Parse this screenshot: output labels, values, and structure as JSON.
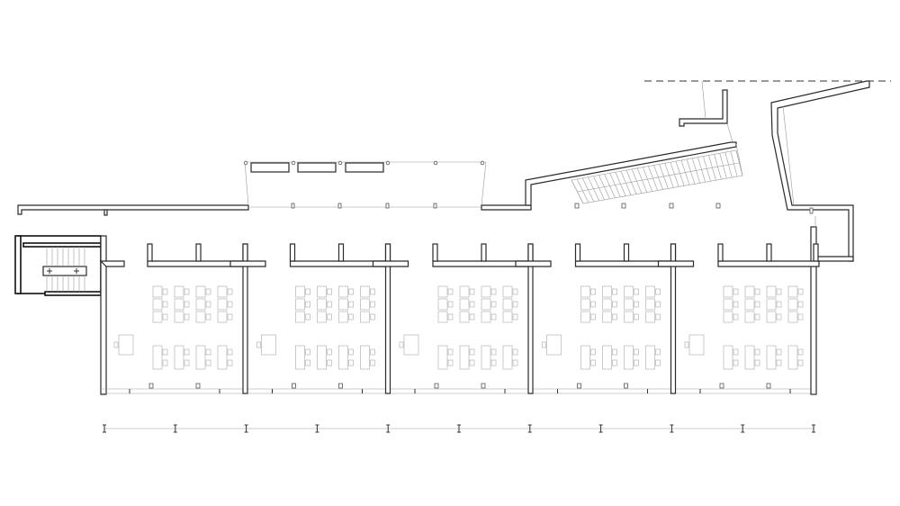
{
  "drawing": {
    "type": "architectural-floor-plan",
    "classroom_count": 5,
    "structural_grid_bays": 10,
    "colors": {
      "line": "#2a2a2a",
      "furniture": "#b5b5b5",
      "guide": "#9a9a9a",
      "background": "#ffffff"
    }
  }
}
